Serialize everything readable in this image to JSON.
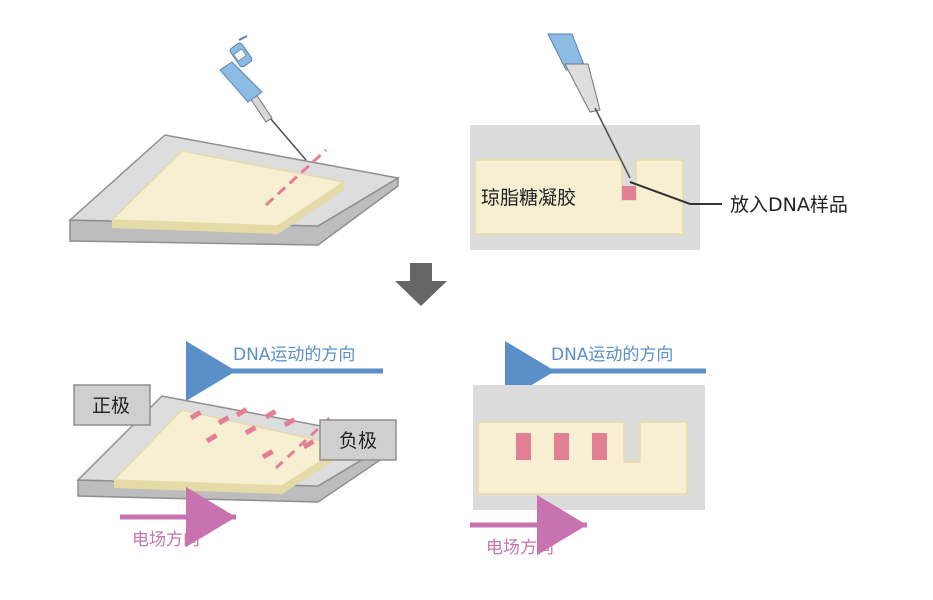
{
  "labels": {
    "agarose_gel": "琼脂糖凝胶",
    "add_dna_sample": "放入DNA样品",
    "dna_direction": "DNA运动的方向",
    "positive_electrode": "正极",
    "negative_electrode": "负极",
    "field_direction": "电场方向"
  },
  "colors": {
    "gel": "#f6efd2",
    "gel_border": "#e5dba8",
    "tray_top": "#dddddd",
    "tray_side": "#bdbdbd",
    "tray_stroke": "#8f8f8f",
    "band": "#e27f95",
    "dna_arrow": "#5b8fc7",
    "field_arrow": "#c873b0",
    "electrode_box": "#cfcfcf",
    "process_arrow": "#666666",
    "pipette": "#8cbbe3"
  }
}
